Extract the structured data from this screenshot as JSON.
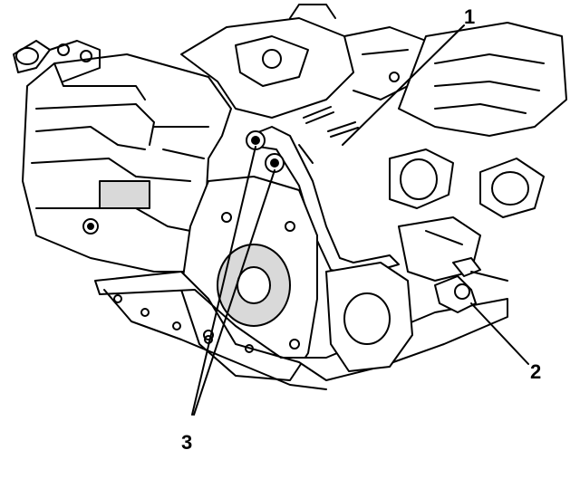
{
  "callouts": {
    "c1": "1",
    "c2": "2",
    "c3": "3"
  },
  "colors": {
    "ink": "#000000",
    "paper": "#ffffff",
    "shade": "#d9d9d9"
  }
}
